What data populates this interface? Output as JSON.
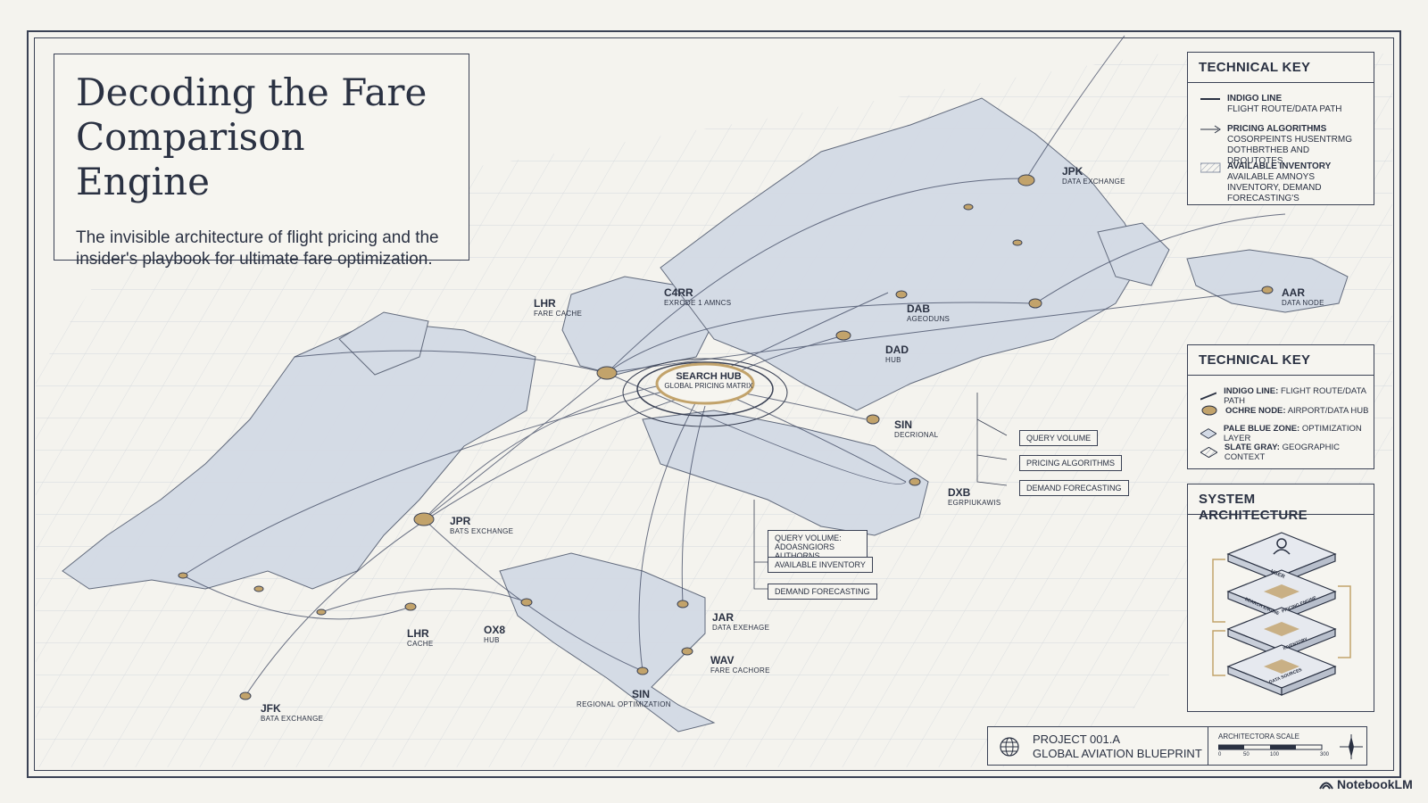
{
  "title": "Decoding the Fare Comparison Engine",
  "subtitle": "The invisible architecture of flight pricing and the insider's playbook for ultimate fare optimization.",
  "hub": {
    "name": "SEARCH HUB",
    "sub": "GLOBAL PRICING MATRIX"
  },
  "technical_key_1": {
    "title": "TECHNICAL KEY",
    "items": [
      {
        "name": "INDIGO LINE",
        "desc": "FLIGHT ROUTE/DATA PATH",
        "icon": "line-icon"
      },
      {
        "name": "PRICING ALGORITHMS",
        "desc": "COSORPEINTS HUSENTRMG DOTHBRTHEB AND DROUTOTES",
        "icon": "arrow-icon"
      },
      {
        "name": "AVAILABLE INVENTORY",
        "desc": "AVAILABLE AMNOYS INVENTORY, DEMAND FORECASTING'S",
        "icon": "hatch-icon"
      }
    ]
  },
  "technical_key_2": {
    "title": "TECHNICAL KEY",
    "items": [
      {
        "name": "INDIGO LINE:",
        "desc": "FLIGHT ROUTE/DATA PATH",
        "icon": "indigo-line-icon"
      },
      {
        "name": "OCHRE NODE:",
        "desc": "AIRPORT/DATA HUB",
        "icon": "ochre-node-icon"
      },
      {
        "name": "PALE BLUE ZONE:",
        "desc": "OPTIMIZATION LAYER",
        "icon": "pale-blue-zone-icon"
      },
      {
        "name": "SLATE GRAY:",
        "desc": "GEOGRAPHIC CONTEXT",
        "icon": "slate-gray-icon"
      }
    ]
  },
  "system_architecture": {
    "title": "SYSTEM ARCHITECTURE",
    "layers": [
      "USER",
      "SEARCH ENGINE",
      "PRICING ENGINE",
      "INVENTORY",
      "DATA SOURCES"
    ]
  },
  "nodes": [
    {
      "code": "JPK",
      "sub": "DATA EXCHANGE"
    },
    {
      "code": "AAR",
      "sub": "DATA NODE"
    },
    {
      "code": "C4RR",
      "sub": "EXRODE 1 AMNCS"
    },
    {
      "code": "LHR",
      "sub": "FARE CACHE"
    },
    {
      "code": "DAB",
      "sub": "AGEODUNS"
    },
    {
      "code": "DAD",
      "sub": "HUB"
    },
    {
      "code": "SIN",
      "sub": "DECRIONAL"
    },
    {
      "code": "DXB",
      "sub": "EGRPIUKAWIS"
    },
    {
      "code": "JPR",
      "sub": "BATS EXCHANGE"
    },
    {
      "code": "LHR",
      "sub": "CACHE"
    },
    {
      "code": "OX8",
      "sub": "HUB"
    },
    {
      "code": "JAR",
      "sub": "DATA EXEHAGE"
    },
    {
      "code": "WAV",
      "sub": "FARE CACHORE"
    },
    {
      "code": "SIN",
      "sub": "REGIONAL OPTIMIZATION"
    },
    {
      "code": "JFK",
      "sub": "BATA EXCHANGE"
    }
  ],
  "callouts_east": [
    "QUERY VOLUME",
    "PRICING ALGORITHMS",
    "DEMAND FORECASTING"
  ],
  "callouts_south": [
    "QUERY VOLUME: ADOASNGIORS AUTHORNS",
    "AVAILABLE INVENTORY",
    "DEMAND FORECASTING"
  ],
  "project": {
    "id": "PROJECT 001.A",
    "name": "GLOBAL AVIATION BLUEPRINT",
    "icon": "globe-icon"
  },
  "scale": {
    "label": "ARCHITECTORA SCALE",
    "ticks": [
      "0",
      "50",
      "100",
      "300"
    ],
    "icon": "compass-icon"
  },
  "brand": "NotebookLM",
  "colors": {
    "ink": "#2a3142",
    "ochre": "#c2a36b",
    "land": "#d3dae5",
    "paper": "#f4f3ee"
  }
}
